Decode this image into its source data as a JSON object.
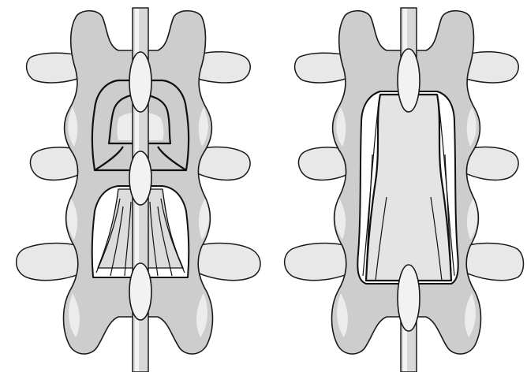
{
  "figure": {
    "panels": [
      {
        "id": "left",
        "state": "partial laminectomy (windows between laminae)"
      },
      {
        "id": "right",
        "state": "wide laminectomy (continuous opening)"
      }
    ],
    "colors": {
      "bone": "#cdcdcd",
      "process": "#e8e8e8",
      "outline": "#1a1a1a",
      "dura": "#dcdcdc",
      "background": "#ffffff"
    }
  }
}
